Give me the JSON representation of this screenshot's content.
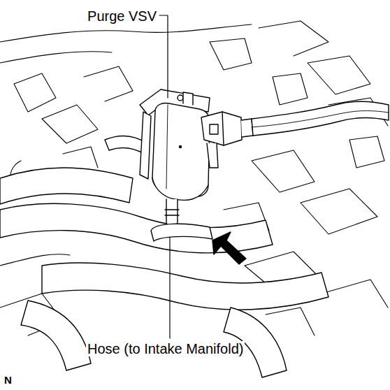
{
  "diagram": {
    "labels": [
      "Purge VSV",
      "Hose (to Intake Manifold)",
      "N"
    ]
  }
}
